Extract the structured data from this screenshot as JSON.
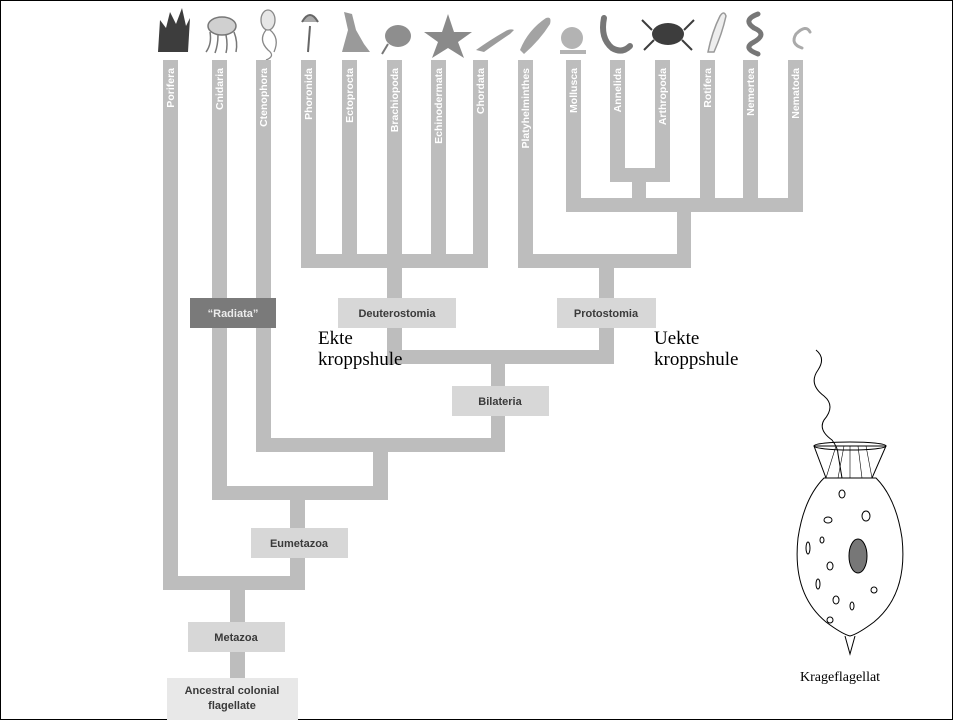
{
  "taxa": [
    "Porifera",
    "Cnidaria",
    "Ctenophora",
    "Phoronida",
    "Ectoprocta",
    "Brachiopoda",
    "Echinodermata",
    "Chordata",
    "Platyhelminthes",
    "Mollusca",
    "Annelida",
    "Arthropoda",
    "Rotifera",
    "Nemertea",
    "Nematoda"
  ],
  "clades": {
    "radiata": "“Radiata”",
    "deuterostomia": "Deuterostomia",
    "protostomia": "Protostomia",
    "bilateria": "Bilateria",
    "eumetazoa": "Eumetazoa",
    "metazoa": "Metazoa",
    "ancestral_line1": "Ancestral colonial",
    "ancestral_line2": "flagellate"
  },
  "annotations": {
    "ekte": "Ekte\nkroppshule",
    "uekte": "Uekte\nkroppshule",
    "krageflagellat": "Krageflagellat"
  },
  "colors": {
    "branch": "#bdbdbd",
    "radiata_box": "#7a7a7a",
    "clade_box": "#d7d7d7",
    "ancestral_box": "#e8e8e8",
    "nucleus": "#777777"
  }
}
